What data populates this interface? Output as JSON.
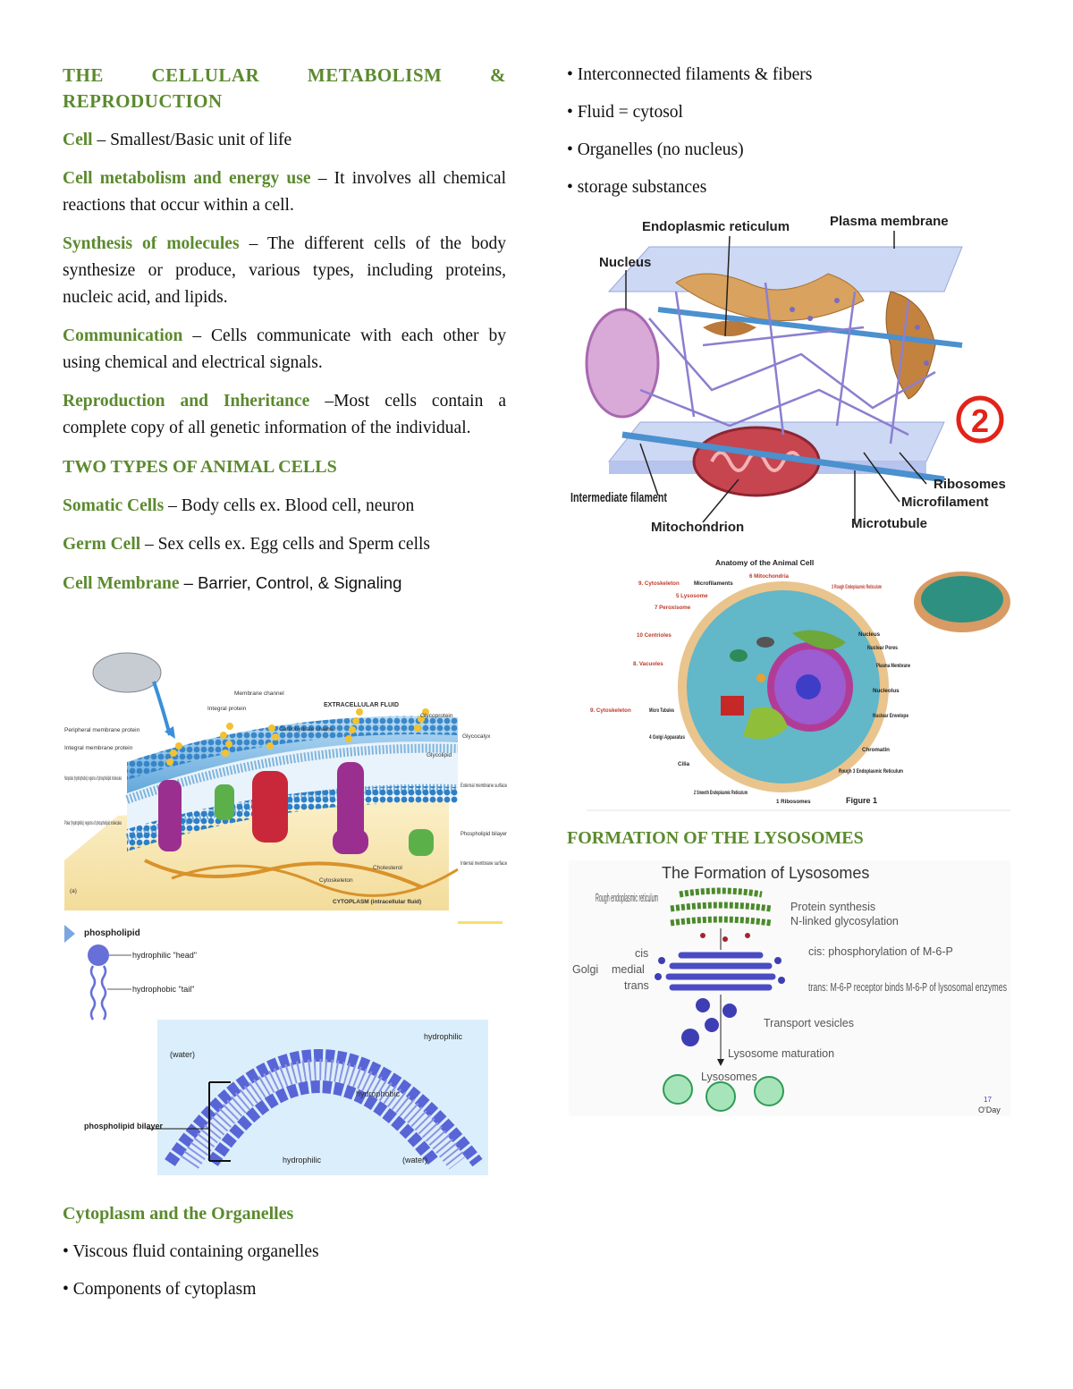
{
  "left": {
    "title_line1": [
      "THE",
      "CELLULAR",
      "METABOLISM",
      "&"
    ],
    "title_line2": "REPRODUCTION",
    "defs": [
      {
        "term": "Cell",
        "text": " – Smallest/Basic unit of life"
      },
      {
        "term": "Cell metabolism and energy use",
        "text": " – It involves all chemical reactions that occur within a cell."
      },
      {
        "term": "Synthesis of molecules",
        "text": " – The different cells of the body synthesize or produce, various types, including proteins, nucleic acid, and lipids."
      },
      {
        "term": "Communication",
        "text": " – Cells communicate with each other by using chemical and electrical signals."
      },
      {
        "term": "Reproduction and Inheritance",
        "text": " –Most cells contain a complete copy of all genetic information of the individual."
      }
    ],
    "types_heading": "TWO TYPES OF ANIMAL CELLS",
    "types": [
      {
        "term": "Somatic Cells",
        "text": " – Body cells ex. Blood cell, neuron"
      },
      {
        "term": "Germ Cell",
        "text": " – Sex cells ex. Egg cells and Sperm cells"
      },
      {
        "term": "Cell Membrane",
        "text": " – Barrier, Control, & Signaling"
      }
    ],
    "cytoplasm_heading": "Cytoplasm and the Organelles",
    "cytoplasm_bullets": [
      "• Viscous fluid containing organelles",
      "• Components of cytoplasm"
    ]
  },
  "right": {
    "bullets": [
      "• Interconnected filaments & fibers",
      "• Fluid = cytosol",
      "• Organelles (no nucleus)",
      "• storage substances"
    ],
    "lysosome_heading": "FORMATION OF THE LYSOSOMES"
  },
  "membrane_fig": {
    "extracellular": "EXTRACELLULAR FLUID",
    "cytoplasm": "CYTOPLASM (intracellular fluid)",
    "labels_left": [
      "Peripheral membrane protein",
      "Integral membrane protein",
      "Nonpolar (hydrophobic) regions of phospholipid molecules",
      "Polar (hydrophilic) regions of phospholipid molecules"
    ],
    "labels_top": [
      "Membrane channel",
      "Integral protein",
      "Carbohydrate chains",
      "Glycoprotein",
      "Glycocalyx",
      "Glycolipid"
    ],
    "labels_right": [
      "External membrane surface",
      "Phospholipid bilayer",
      "Internal membrane surface"
    ],
    "labels_bottom": [
      "Cholesterol",
      "Cytoskeleton",
      "(a)"
    ]
  },
  "phospholipid_fig": {
    "phospholipid": "phospholipid",
    "head": "hydrophilic \"head\"",
    "tail": "hydrophobic \"tail\"",
    "water_top": "(water)",
    "hydrophilic_top": "hydrophilic",
    "hydrophobic": "hydrophobic",
    "bilayer": "phospholipid bilayer",
    "hydrophilic_bottom": "hydrophilic",
    "water_bottom": "(water)"
  },
  "cytoskeleton_fig": {
    "labels": [
      "Endoplasmic reticulum",
      "Plasma membrane",
      "Nucleus",
      "Ribosomes",
      "Microfilament",
      "Intermediate filament",
      "Mitochondrion",
      "Microtubule"
    ],
    "badge": "2"
  },
  "animal_cell_fig": {
    "title": "Anatomy of the Animal Cell",
    "labels_left": [
      "9. Cytoskeleton",
      "Microfilaments",
      "5 Lysosome",
      "7 Peroxisome",
      "10 Centrioles",
      "8. Vacuoles",
      "9. Cytoskeleton",
      "Micro Tubules",
      "4 Golgi Apparatus",
      "Cilia",
      "2 Smooth Endoplasmic Reticulum",
      "1 Ribosomes"
    ],
    "labels_right": [
      "6 Mitochondria",
      "3 Rough Endoplasmic Reticulum",
      "Nucleus",
      "Nuclear Pores",
      "Plasma Membrane",
      "Nucleolus",
      "Nuclear Envelope",
      "Chromatin",
      "Rough 3 Endoplasmic Reticulum",
      "Figure 1"
    ]
  },
  "lysosome_fig": {
    "title": "The Formation of Lysosomes",
    "rer": "Rough endoplasmic reticulum",
    "protein": "Protein synthesis",
    "nlinked": "N-linked glycosylation",
    "golgi": "Golgi",
    "cis": "cis",
    "medial": "medial",
    "trans": "trans",
    "cis_note": "cis: phosphorylation of M-6-P",
    "trans_note": "trans: M-6-P receptor binds M-6-P of lysosomal enzymes",
    "vesicles": "Transport vesicles",
    "maturation": "Lysosome maturation",
    "lysosomes": "Lysosomes",
    "credit_num": "17",
    "credit": "O'Day"
  }
}
